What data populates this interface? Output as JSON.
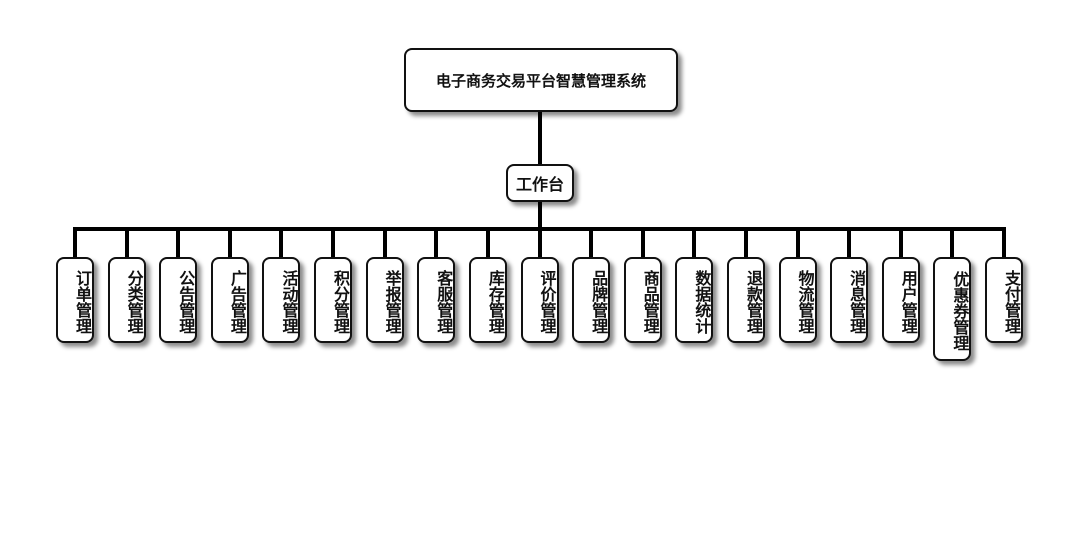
{
  "root": {
    "label": "电子商务交易平台智慧管理系统"
  },
  "workbench": {
    "label": "工作台"
  },
  "modules": [
    {
      "label": "订单管理"
    },
    {
      "label": "分类管理"
    },
    {
      "label": "公告管理"
    },
    {
      "label": "广告管理"
    },
    {
      "label": "活动管理"
    },
    {
      "label": "积分管理"
    },
    {
      "label": "举报管理"
    },
    {
      "label": "客服管理"
    },
    {
      "label": "库存管理"
    },
    {
      "label": "评价管理"
    },
    {
      "label": "品牌管理"
    },
    {
      "label": "商品管理"
    },
    {
      "label": "数据统计"
    },
    {
      "label": "退款管理"
    },
    {
      "label": "物流管理"
    },
    {
      "label": "消息管理"
    },
    {
      "label": "用户管理"
    },
    {
      "label": "优惠券管理"
    },
    {
      "label": "支付管理"
    }
  ]
}
